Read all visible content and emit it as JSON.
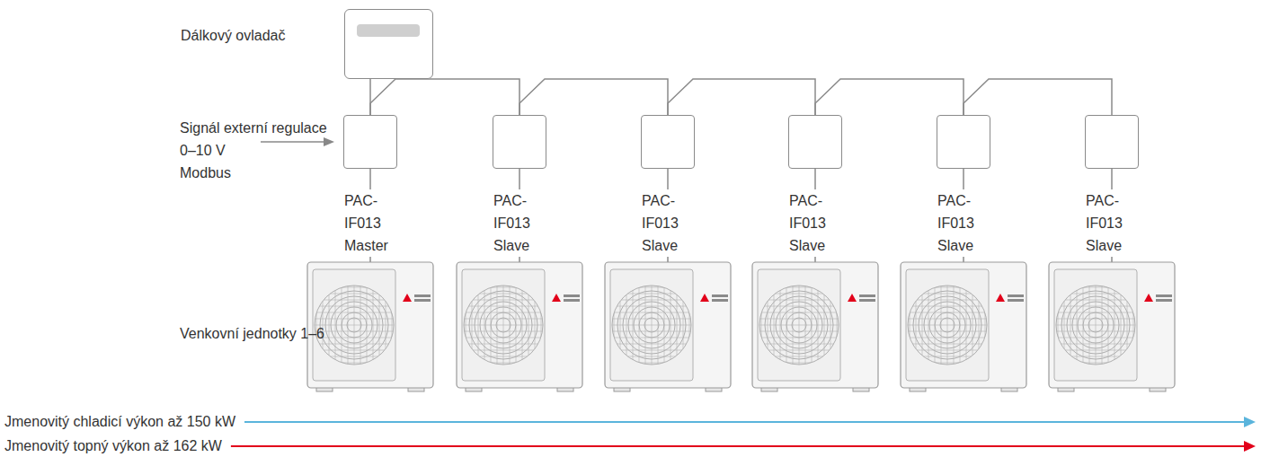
{
  "diagram": {
    "nodes": [
      {
        "text": [
          "Dálkový ovladač"
        ]
      },
      {
        "text": [
          "PAC-IF013 Master"
        ]
      },
      {
        "text": [
          "PAC-IF013 Slave"
        ]
      },
      {
        "text": [
          "PAC-IF013 Slave"
        ]
      },
      {
        "text": [
          "PAC-IF013 Slave"
        ]
      },
      {
        "text": [
          "PAC-IF013 Slave"
        ]
      },
      {
        "text": [
          "PAC-IF013 Slave"
        ]
      }
    ],
    "edges": [
      {
        "from": 0,
        "to": 1,
        "arrow": "none"
      },
      {
        "from": 1,
        "to": 2,
        "arrow": "none"
      },
      {
        "from": 2,
        "to": 3,
        "arrow": "none"
      },
      {
        "from": 3,
        "to": 4,
        "arrow": "none"
      },
      {
        "from": 4,
        "to": 5,
        "arrow": "none"
      },
      {
        "from": 5,
        "to": 6,
        "arrow": "none"
      }
    ],
    "labels": [
      "Signál externí regulace",
      "0–10 V",
      "Modbus",
      "Venkovní jednotky 1–6",
      "Jmenovitý chladicí výkon až 150 kW",
      "Jmenovitý topný výkon až 162 kW"
    ]
  }
}
